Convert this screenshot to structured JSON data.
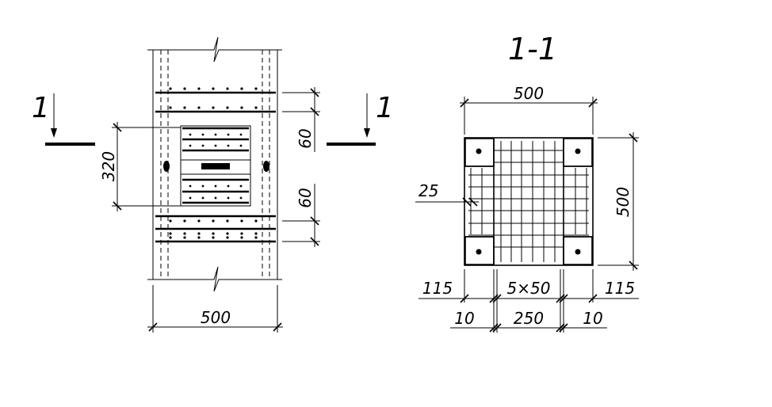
{
  "section_marker": {
    "label_left": "1",
    "label_right": "1"
  },
  "section_title": "1-1",
  "elevation": {
    "width_label": "500",
    "height_label": "320",
    "gap_top_label": "60",
    "gap_bottom_label": "60"
  },
  "section": {
    "top_label": "500",
    "right_label": "500",
    "cover_label": "25",
    "row1": {
      "left": "115",
      "mid": "5×50",
      "right": "115"
    },
    "row2": {
      "left": "10",
      "mid": "250",
      "right": "10"
    }
  }
}
